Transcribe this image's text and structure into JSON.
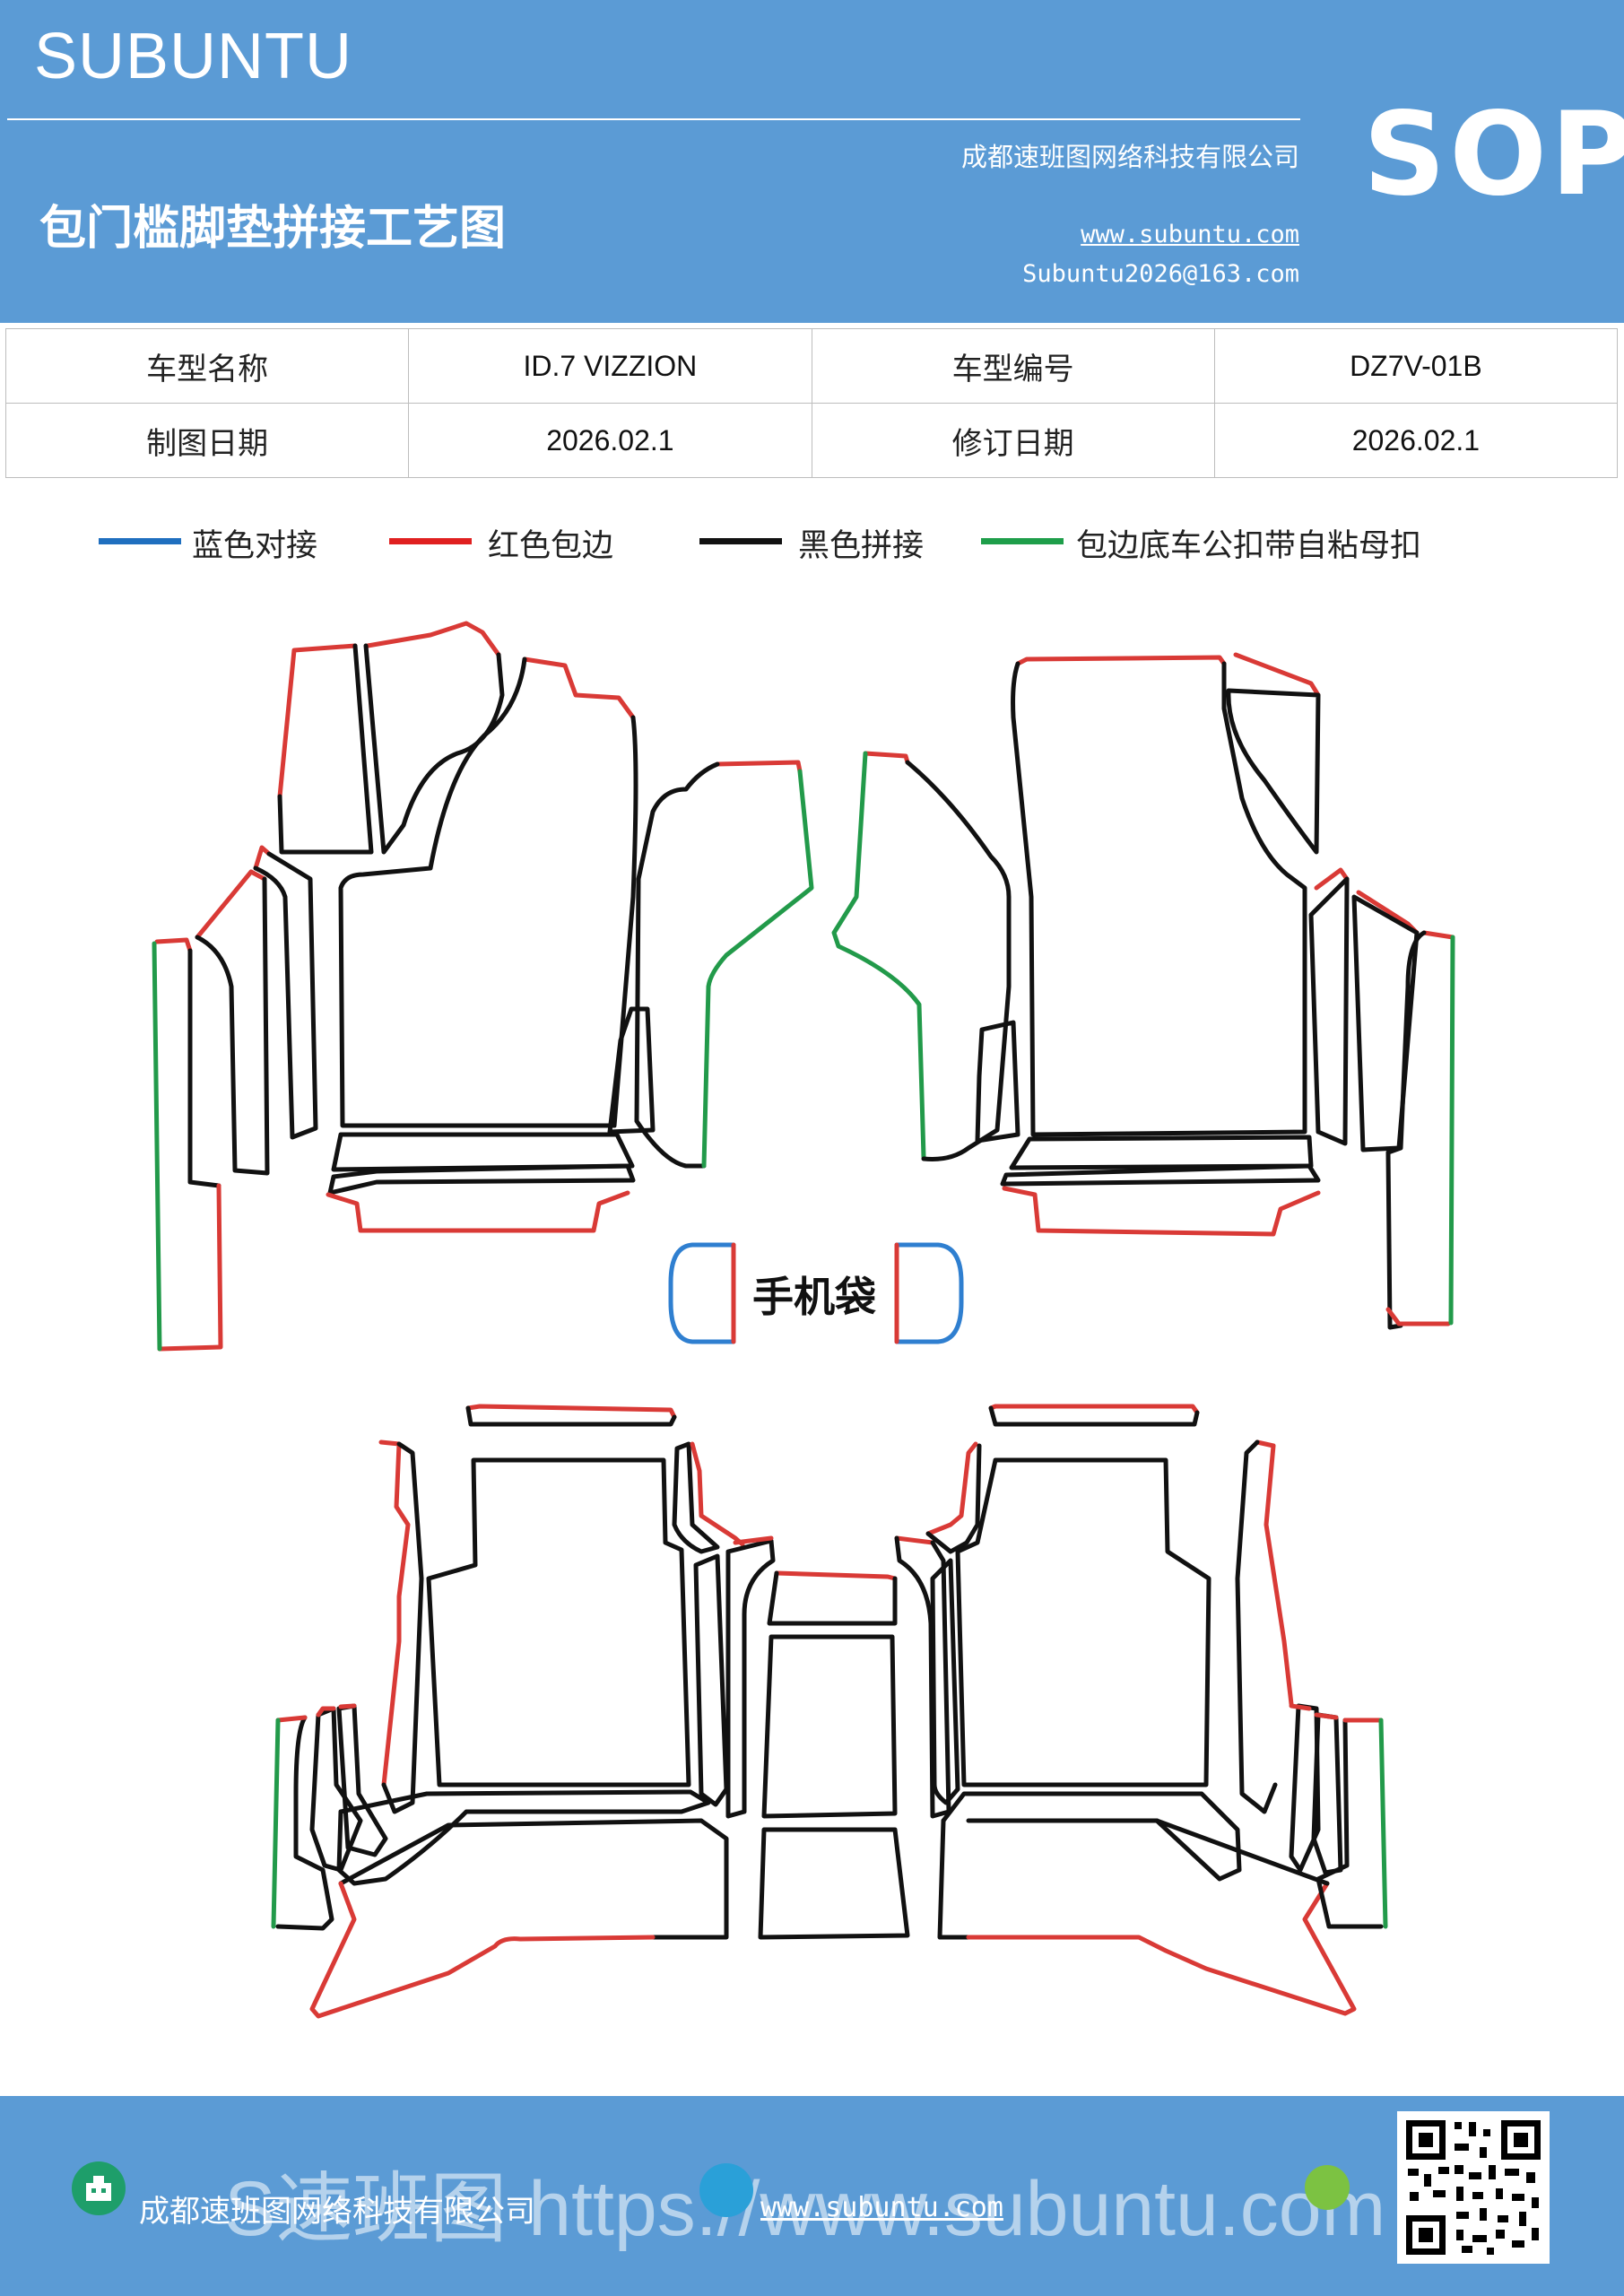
{
  "header": {
    "brand": "SUBUNTU",
    "company": "成都速班图网络科技有限公司",
    "title": "包门槛脚垫拼接工艺图",
    "website": "www.subuntu.com",
    "email": "Subuntu2026@163.com",
    "badge": "SOP"
  },
  "info": {
    "model_name_label": "车型名称",
    "model_name": "ID.7  VIZZION",
    "model_code_label": "车型编号",
    "model_code": "DZ7V-01B",
    "draw_date_label": "制图日期",
    "draw_date": "2026.02.1",
    "revise_date_label": "修订日期",
    "revise_date": "2026.02.1"
  },
  "legend": [
    {
      "label": "蓝色对接",
      "color": "#1f6fbf"
    },
    {
      "label": "红色包边",
      "color": "#e02020"
    },
    {
      "label": "黑色拼接",
      "color": "#111111"
    },
    {
      "label": "包边底车公扣带自粘母扣",
      "color": "#1e9e4a"
    }
  ],
  "diagram": {
    "phone_bag_label": "手机袋",
    "colors": {
      "blue": "#2f7fd0",
      "red": "#d93a36",
      "black": "#111111",
      "green": "#229a4a"
    }
  },
  "footer": {
    "company": "成都速班图网络科技有限公司",
    "website": "www.subuntu.com",
    "watermark": "S速班图 https://www.subuntu.com"
  }
}
